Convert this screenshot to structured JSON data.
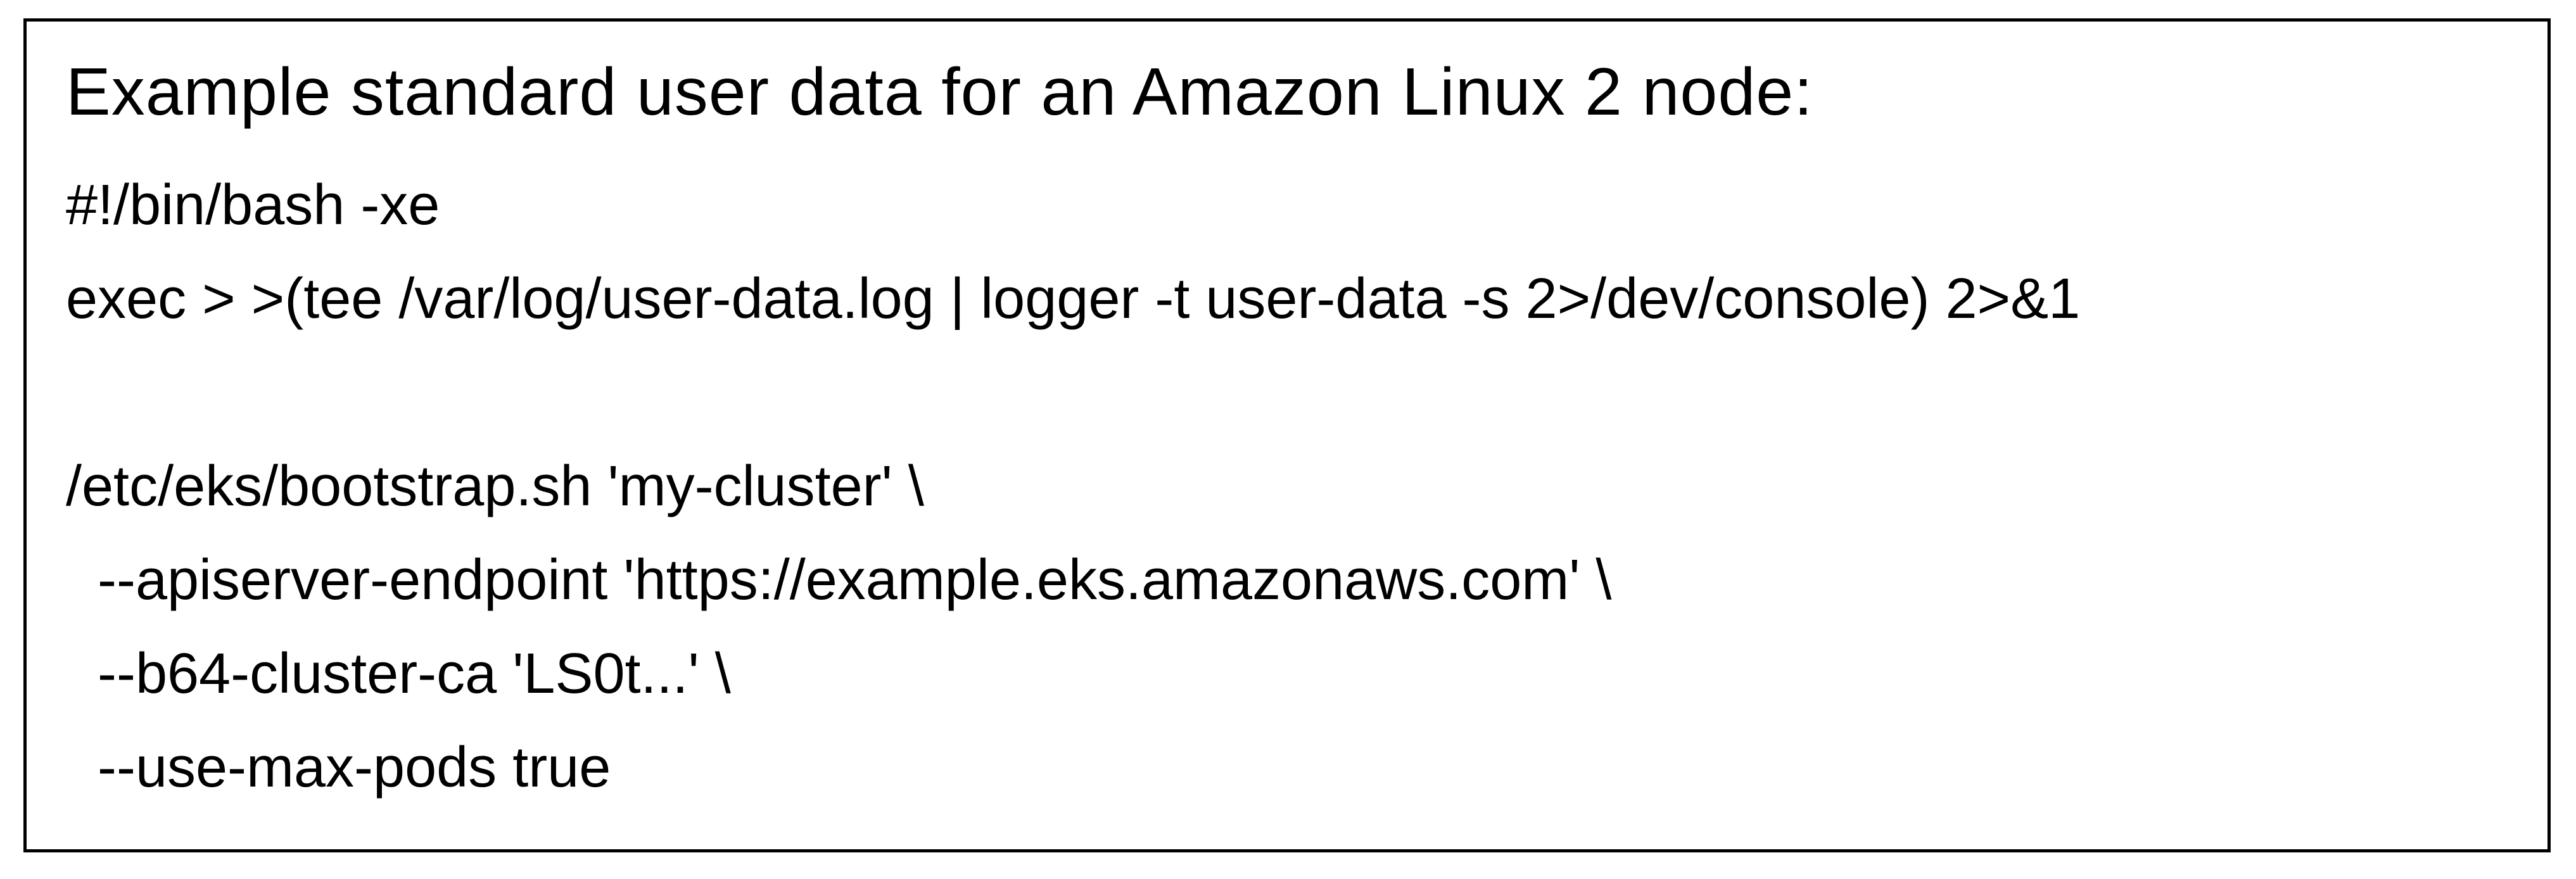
{
  "panel": {
    "title": "Example standard user data for an Amazon Linux 2 node:",
    "code_lines": [
      "#!/bin/bash -xe",
      "exec > >(tee /var/log/user-data.log | logger -t user-data -s 2>/dev/console) 2>&1",
      "",
      "/etc/eks/bootstrap.sh 'my-cluster' \\",
      "  --apiserver-endpoint 'https://example.eks.amazonaws.com' \\",
      "  --b64-cluster-ca 'LS0t...' \\",
      "  --use-max-pods true"
    ],
    "colors": {
      "text": "#000000",
      "border": "#000000",
      "background": "#ffffff"
    }
  }
}
